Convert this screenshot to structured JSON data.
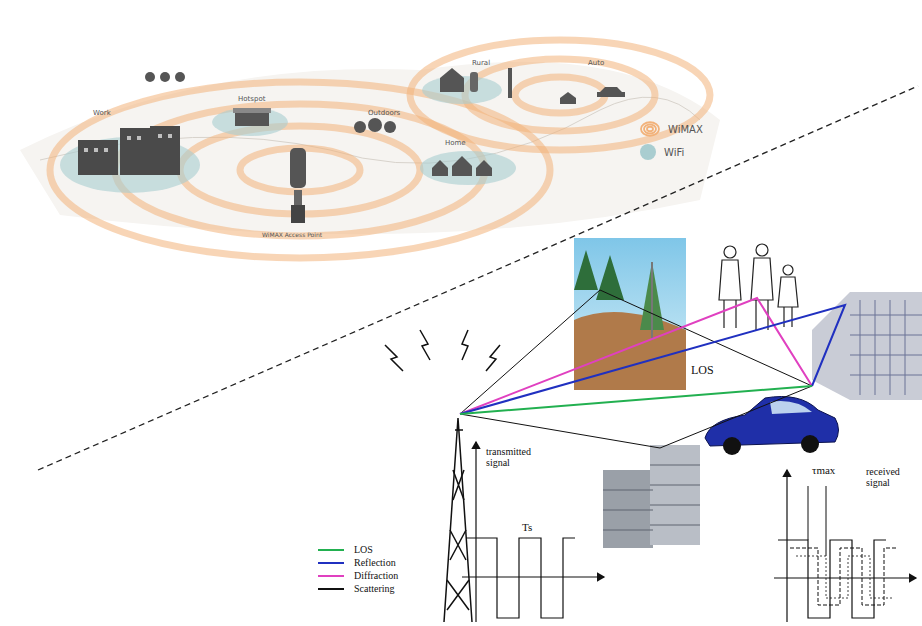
{
  "diagram": {
    "labels": [
      "Work",
      "Hotspot",
      "Outdoors",
      "Rural",
      "Auto",
      "Home",
      "WiMAX Access Point",
      "LOS",
      "transmitted signal",
      "Ts",
      "τmax",
      "received signal"
    ],
    "legend": [
      {
        "text": "WiMAX"
      },
      {
        "text": "WiFi",
        "color": "#a9cdd0"
      },
      {
        "text": "LOS"
      },
      {
        "text": "Reflection"
      },
      {
        "text": "Diffraction"
      },
      {
        "text": "Scattering"
      }
    ]
  }
}
